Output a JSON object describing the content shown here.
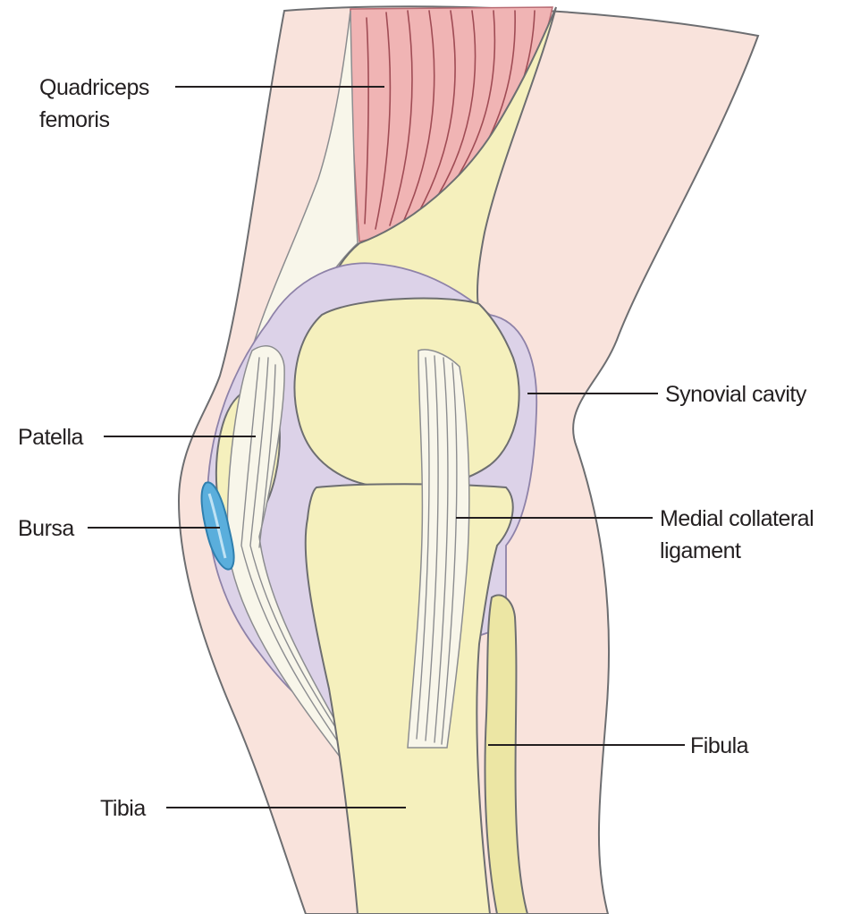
{
  "labels": {
    "quadriceps_line1": "Quadriceps",
    "quadriceps_line2": "femoris",
    "synovial_cavity": "Synovial cavity",
    "patella": "Patella",
    "bursa": "Bursa",
    "medial_collateral_line1": "Medial collateral",
    "medial_collateral_line2": "ligament",
    "fibula": "Fibula",
    "tibia": "Tibia"
  },
  "colors": {
    "skin": "#f9e3dc",
    "bone": "#f5f0bd",
    "bone_shade": "#ece6a4",
    "synovial": "#dcd2e8",
    "muscle": "#f0b4b4",
    "tendon": "#f8f6ea",
    "bursa": "#5aaedc",
    "outline": "#6d6e71",
    "text": "#231f20"
  }
}
